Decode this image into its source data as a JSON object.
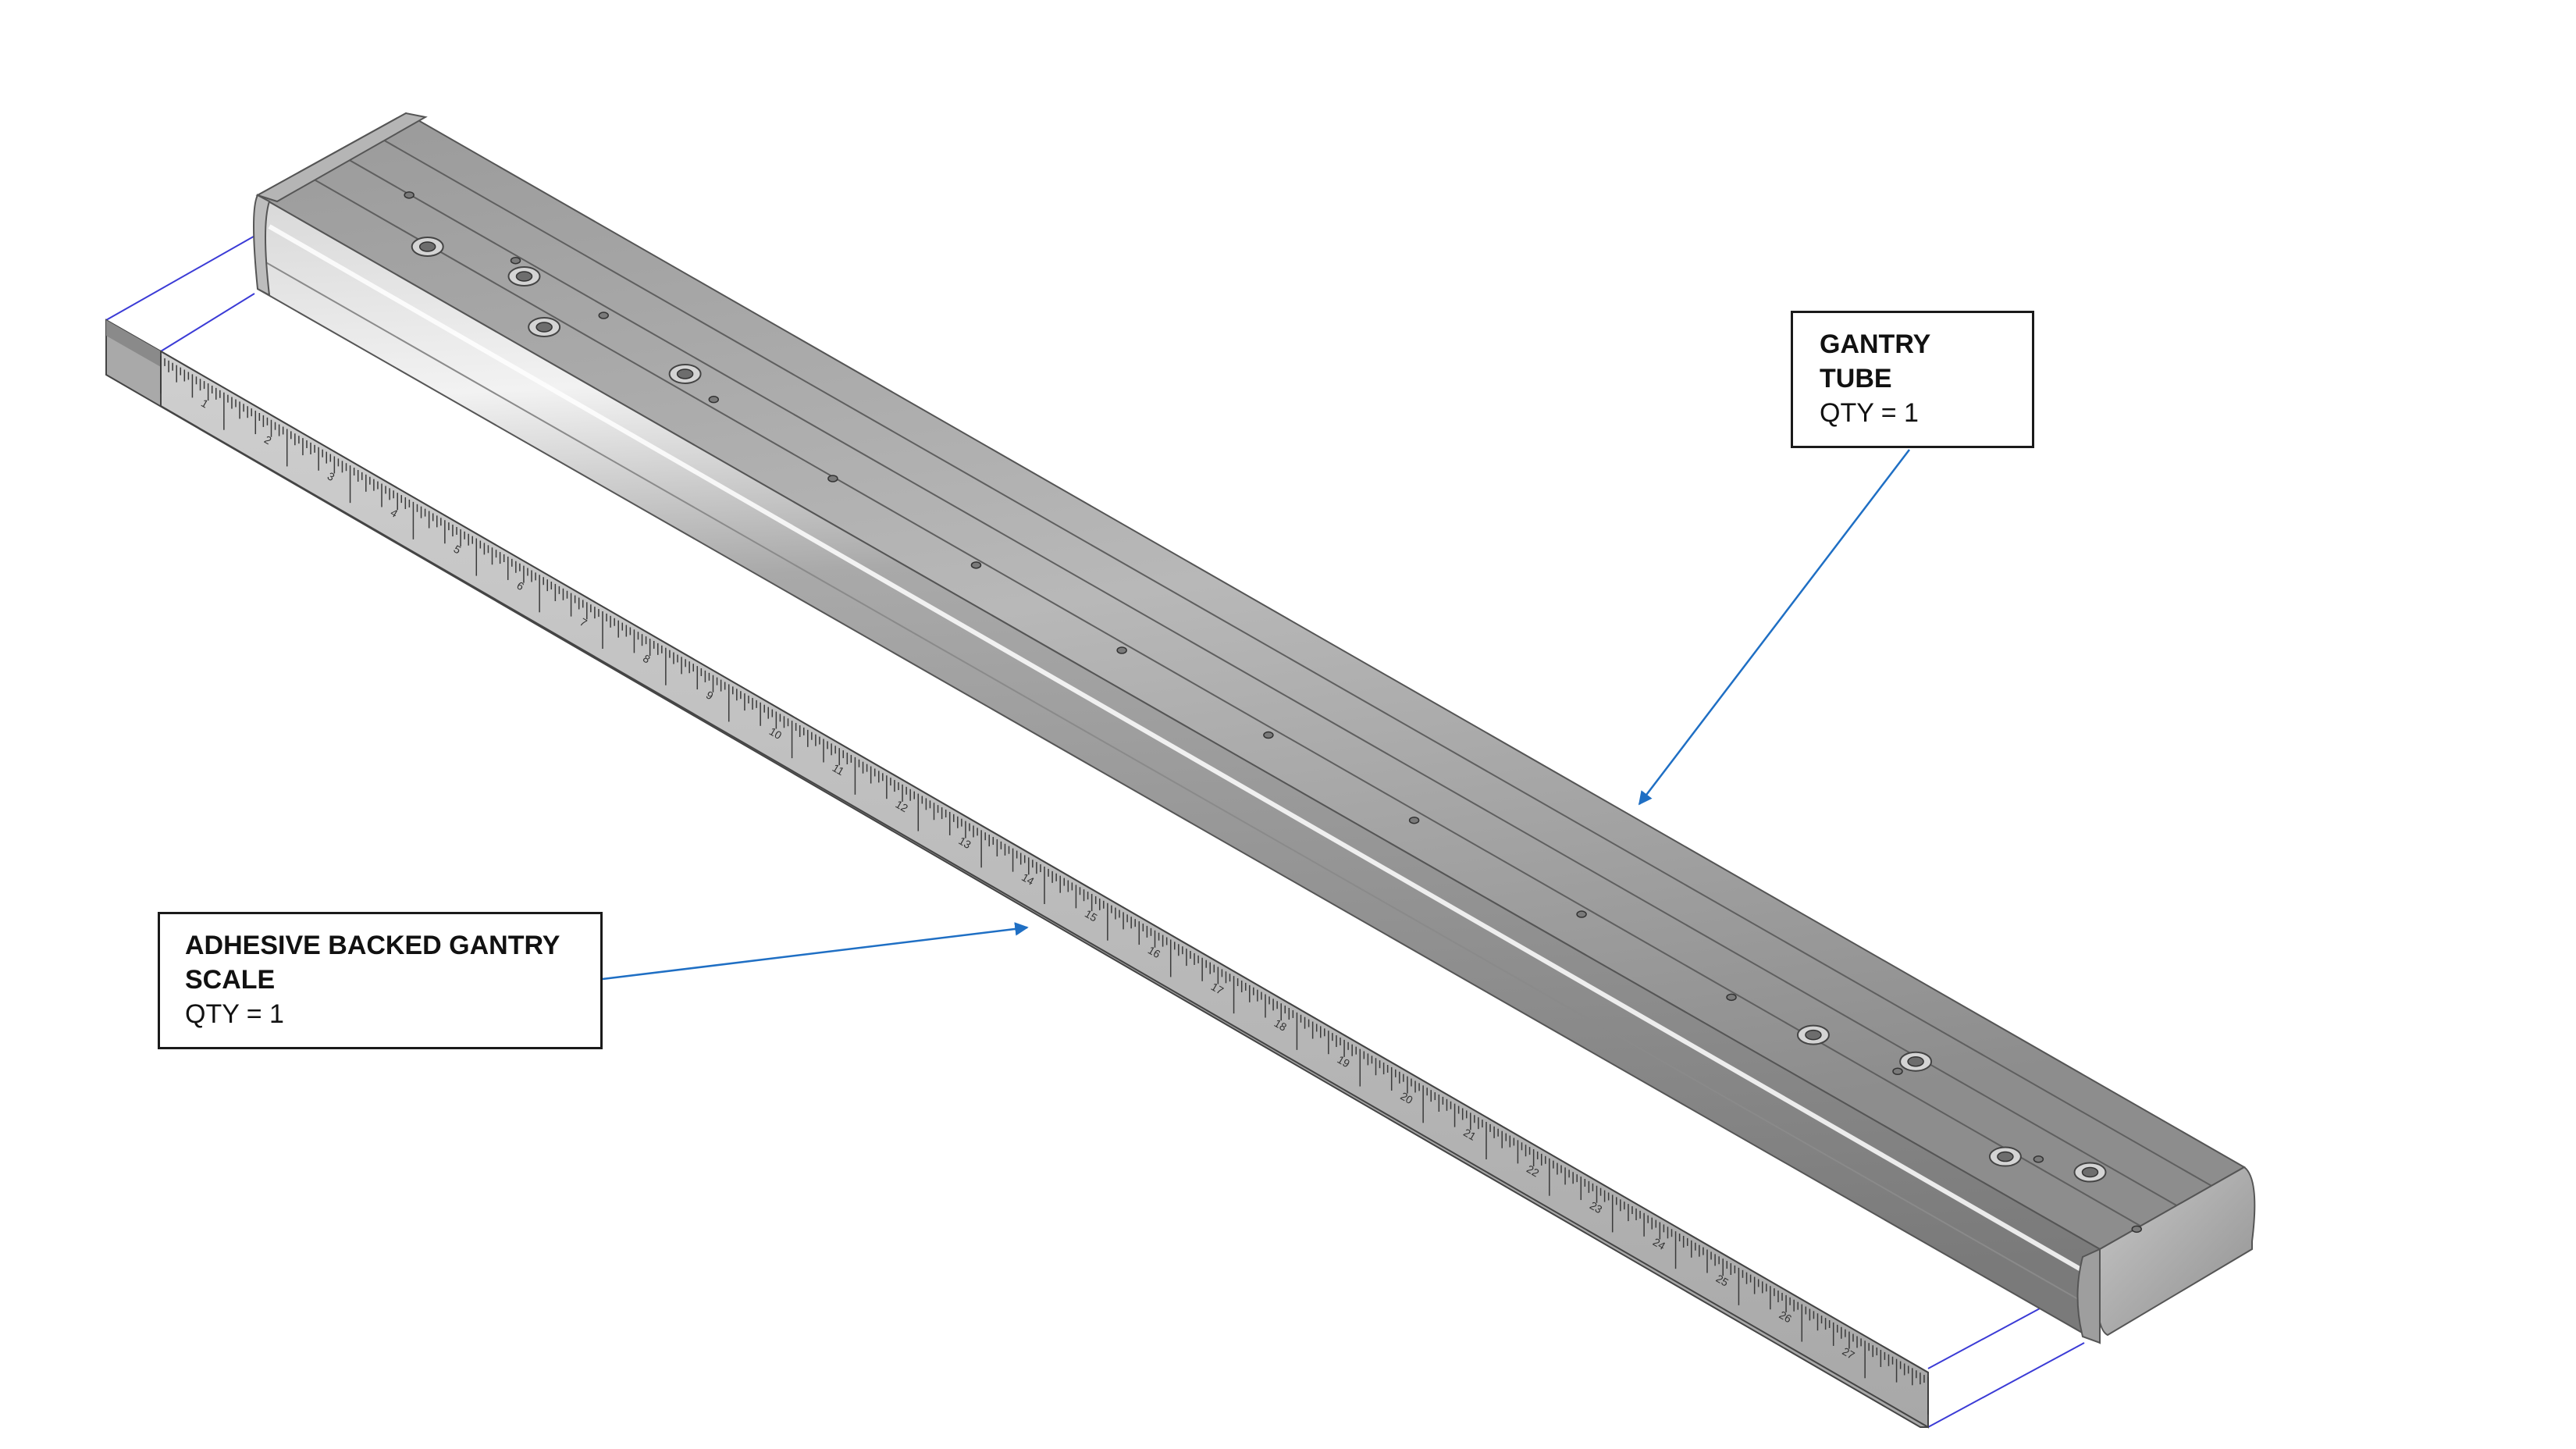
{
  "colors": {
    "leader": "#1f6fc4",
    "dimension_line": "#3b3bd6",
    "tube_light": "#c8c8c8",
    "tube_mid": "#9c9c9c",
    "tube_dark": "#6f6f6f",
    "scale_face": "#b9b9b9",
    "scale_tick": "#3a3a3a",
    "callout_border": "#1a1a1a"
  },
  "callouts": {
    "gantry_tube": {
      "title": "GANTRY\nTUBE",
      "qty": "QTY = 1"
    },
    "gantry_scale": {
      "title": "ADHESIVE BACKED GANTRY\nSCALE",
      "qty": "QTY = 1"
    }
  },
  "scale": {
    "numbers": [
      "1",
      "2",
      "3",
      "4",
      "5",
      "6",
      "7",
      "8",
      "9",
      "10",
      "11",
      "12",
      "13",
      "14",
      "15",
      "16",
      "17",
      "18",
      "19",
      "20",
      "21",
      "22",
      "23",
      "24",
      "25",
      "26",
      "27"
    ]
  }
}
